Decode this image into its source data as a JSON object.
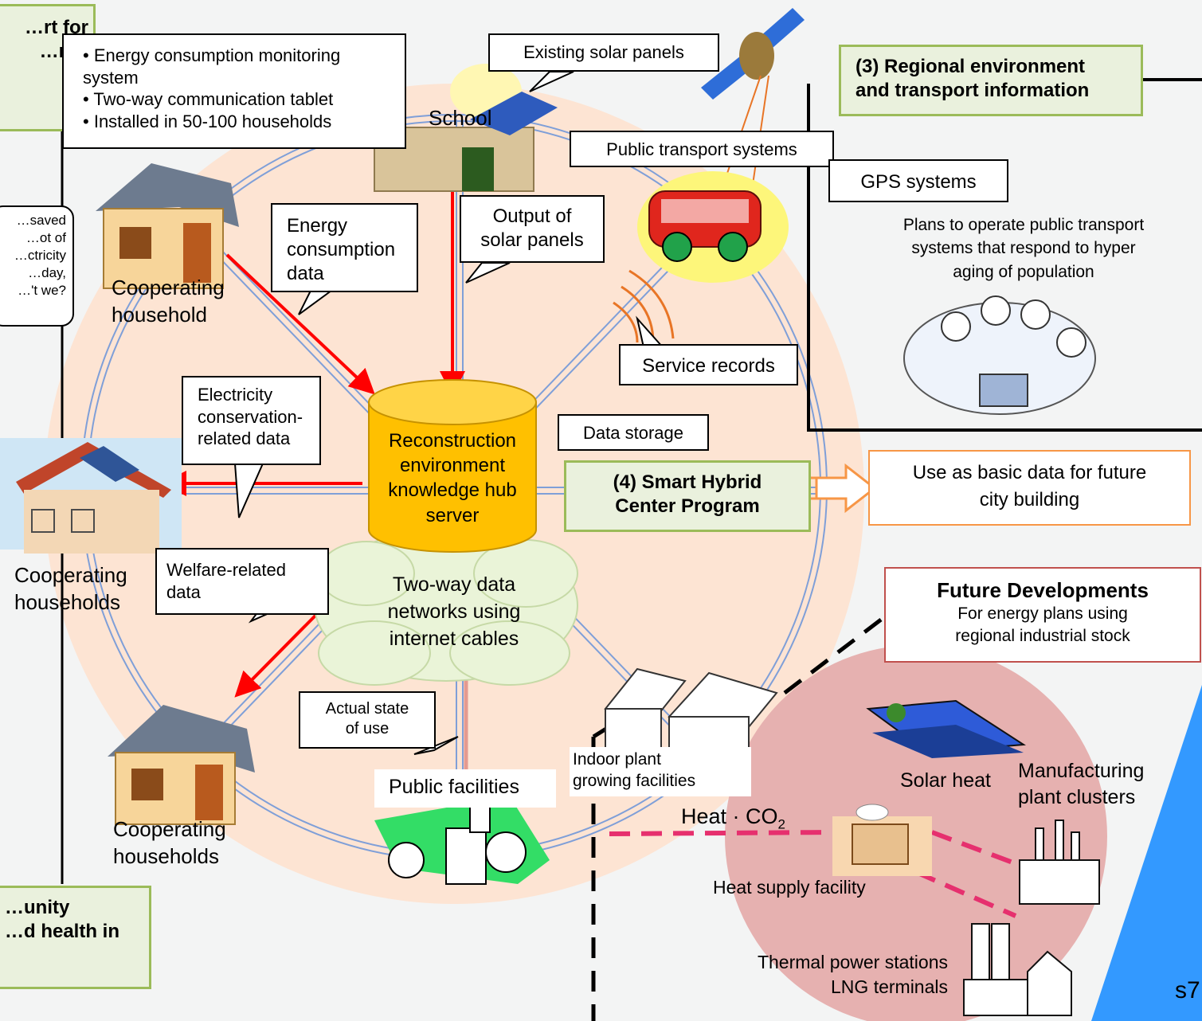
{
  "left_column": {
    "top_title": "…rt for\n…rgy",
    "speech": "…saved\n…ot of\n…ctricity\n…day,\n…'t we?",
    "bottom_title": "…unity\n…d health in"
  },
  "monitoring_box": {
    "items": [
      "Energy consumption monitoring system",
      "Two-way communication tablet",
      "Installed in 50-100 households"
    ]
  },
  "callouts": {
    "existing_solar": "Existing solar panels",
    "public_transport": "Public transport systems",
    "gps": "GPS systems",
    "service_records": "Service records",
    "energy_consumption": "Energy\nconsumption\ndata",
    "output_solar": "Output of\nsolar panels",
    "electricity_data": "Electricity\nconservation-\nrelated data",
    "data_storage": "Data storage",
    "welfare": "Welfare-related\ndata",
    "actual_state": "Actual state\nof use"
  },
  "regional_box": "(3) Regional environment\nand transport information",
  "plans_text": "Plans to operate public transport\nsystems that respond to hyper\naging of population",
  "hub_server": "Reconstruction\nenvironment\nknowledge hub\nserver",
  "network_text": "Two-way data\nnetworks using\ninternet cables",
  "smart_hybrid": "(4) Smart Hybrid\nCenter Program",
  "future_use": "Use as basic data for future\ncity building",
  "labels": {
    "school": "School",
    "cooperating_household": "Cooperating\nhousehold",
    "cooperating_households_left": "Cooperating\nhouseholds",
    "cooperating_households_bottom": "Cooperating\nhouseholds",
    "public_facilities": "Public facilities",
    "indoor_plant": "Indoor plant\ngrowing facilities",
    "heat_co2": "Heat · CO",
    "heat_co2_sub": "2",
    "solar_heat": "Solar heat",
    "manufacturing": "Manufacturing\nplant clusters",
    "heat_supply": "Heat supply facility",
    "thermal": "Thermal power stations\nLNG terminals",
    "slide_id": "s7"
  },
  "future_dev": {
    "title": "Future Developments",
    "text": "For energy plans using\nregional industrial stock"
  },
  "colors": {
    "big_circle": "#fde4d3",
    "pink_circle": "#e6b1b0",
    "green_border": "#9bbb59",
    "green_fill": "#eaf1dd",
    "orange_border": "#f79646",
    "hub_fill": "#ffc000",
    "red_arrow": "#ff0000",
    "blue_triangle": "#3399ff",
    "magenta_dash": "#e6306e"
  }
}
